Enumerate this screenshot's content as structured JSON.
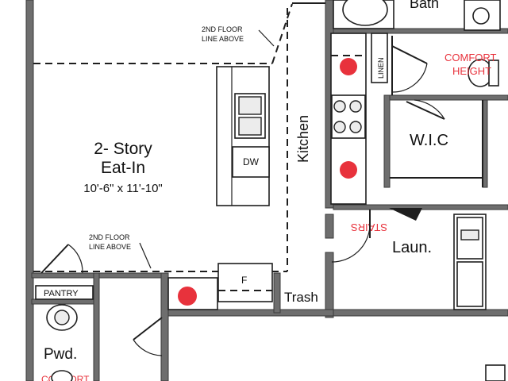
{
  "labels": {
    "bath": "Bath",
    "second_floor_top": [
      "2ND FLOOR",
      "LINE ABOVE"
    ],
    "second_floor_bottom": [
      "2ND FLOOR",
      "LINE ABOVE"
    ],
    "linen": "LINEN",
    "comfort_height": [
      "COMFORT",
      "HEIGHT"
    ],
    "eat_in_title": [
      "2- Story",
      "Eat-In"
    ],
    "eat_in_dims": "10'-6\" x 11'-10\"",
    "dw": "DW",
    "kitchen": "Kitchen",
    "wic": "W.I.C",
    "stairs_mirrored": "STAIRS",
    "laun": "Laun.",
    "pantry": "PANTRY",
    "fridge": "F",
    "trash": "Trash",
    "pwd": "Pwd.",
    "bottom_partial": "COMFORT"
  },
  "colors": {
    "wall": "#6e6e6e",
    "line": "#1e1e1e",
    "marker": "#e8323c"
  }
}
